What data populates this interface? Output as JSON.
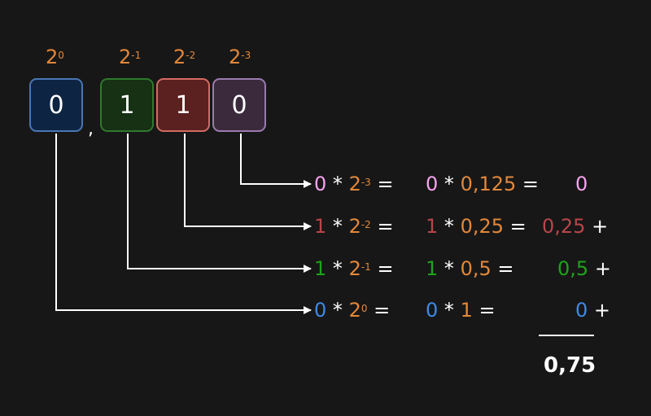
{
  "colors": {
    "pink": "#f5a3ef",
    "red": "#b8454a",
    "green": "#1ea31e",
    "blue": "#3d8ae6",
    "orange": "#e2883b"
  },
  "header": {
    "powers": [
      {
        "base": "2",
        "exp": "0"
      },
      {
        "base": "2",
        "exp": "-1"
      },
      {
        "base": "2",
        "exp": "-2"
      },
      {
        "base": "2",
        "exp": "-3"
      }
    ],
    "comma": ","
  },
  "digits": [
    "0",
    "1",
    "1",
    "0"
  ],
  "rows": [
    {
      "digit": "0",
      "op": "*",
      "base": "2",
      "exp": "-3",
      "eq1": "=",
      "digit2": "0",
      "op2": "*",
      "value": "0,125",
      "eq2": "=",
      "result": "0",
      "plus": ""
    },
    {
      "digit": "1",
      "op": "*",
      "base": "2",
      "exp": "-2",
      "eq1": "=",
      "digit2": "1",
      "op2": "*",
      "value": "0,25",
      "eq2": "=",
      "result": "0,25",
      "plus": "+"
    },
    {
      "digit": "1",
      "op": "*",
      "base": "2",
      "exp": "-1",
      "eq1": "=",
      "digit2": "1",
      "op2": "*",
      "value": "0,5",
      "eq2": "=",
      "result": "0,5",
      "plus": "+"
    },
    {
      "digit": "0",
      "op": "*",
      "base": "2",
      "exp": "0",
      "eq1": "=",
      "digit2": "0",
      "op2": "*",
      "value": "1",
      "eq2": "=",
      "result": "0",
      "plus": "+"
    }
  ],
  "total": "0,75"
}
